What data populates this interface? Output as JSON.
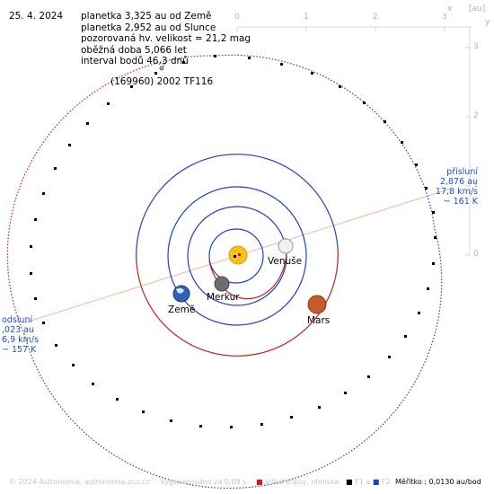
{
  "date": "25. 4. 2024",
  "info_lines": [
    "planetka 3,325 au od Země",
    "planetka 2,952 au od Slunce",
    "pozorovaná hv. velikost = 21,2 mag",
    "oběžná doba 5,066 let",
    "interval bodů 46,3 dnů"
  ],
  "asteroid_label": "(169960) 2002 TF116",
  "planets": {
    "venus": "Venuše",
    "mercury": "Merkur",
    "earth": "Země",
    "mars": "Mars"
  },
  "perihelion": [
    "přísluní",
    "2,876 au",
    "17,8 km/s",
    "~ 161 K"
  ],
  "aphelion": [
    "odsluní",
    ",023 au",
    "6,9 km/s",
    "~ 157 K"
  ],
  "axis": {
    "x_ticks": [
      "0",
      "1",
      "2",
      "3"
    ],
    "x_label": "x",
    "unit": "[au]",
    "y_ticks": [
      "3",
      "2",
      "1",
      "0"
    ],
    "y_label": "y"
  },
  "footer": {
    "copyright": "© 2024 Astronomia, astronomia.zcu.cz",
    "generated": "Vygenerováno za 0,09 s",
    "center_legend": "střed elipsy, ohniska",
    "f1": "F1",
    "a": "a",
    "f2": "F2",
    "scale": "Měřítko : 0,0130 au/bod"
  },
  "colors": {
    "blue_orbit": "#1f3fc8",
    "red_orbit": "#c81e1e",
    "axis_line": "#f2b89a",
    "label_blue": "#1a4fd8"
  }
}
